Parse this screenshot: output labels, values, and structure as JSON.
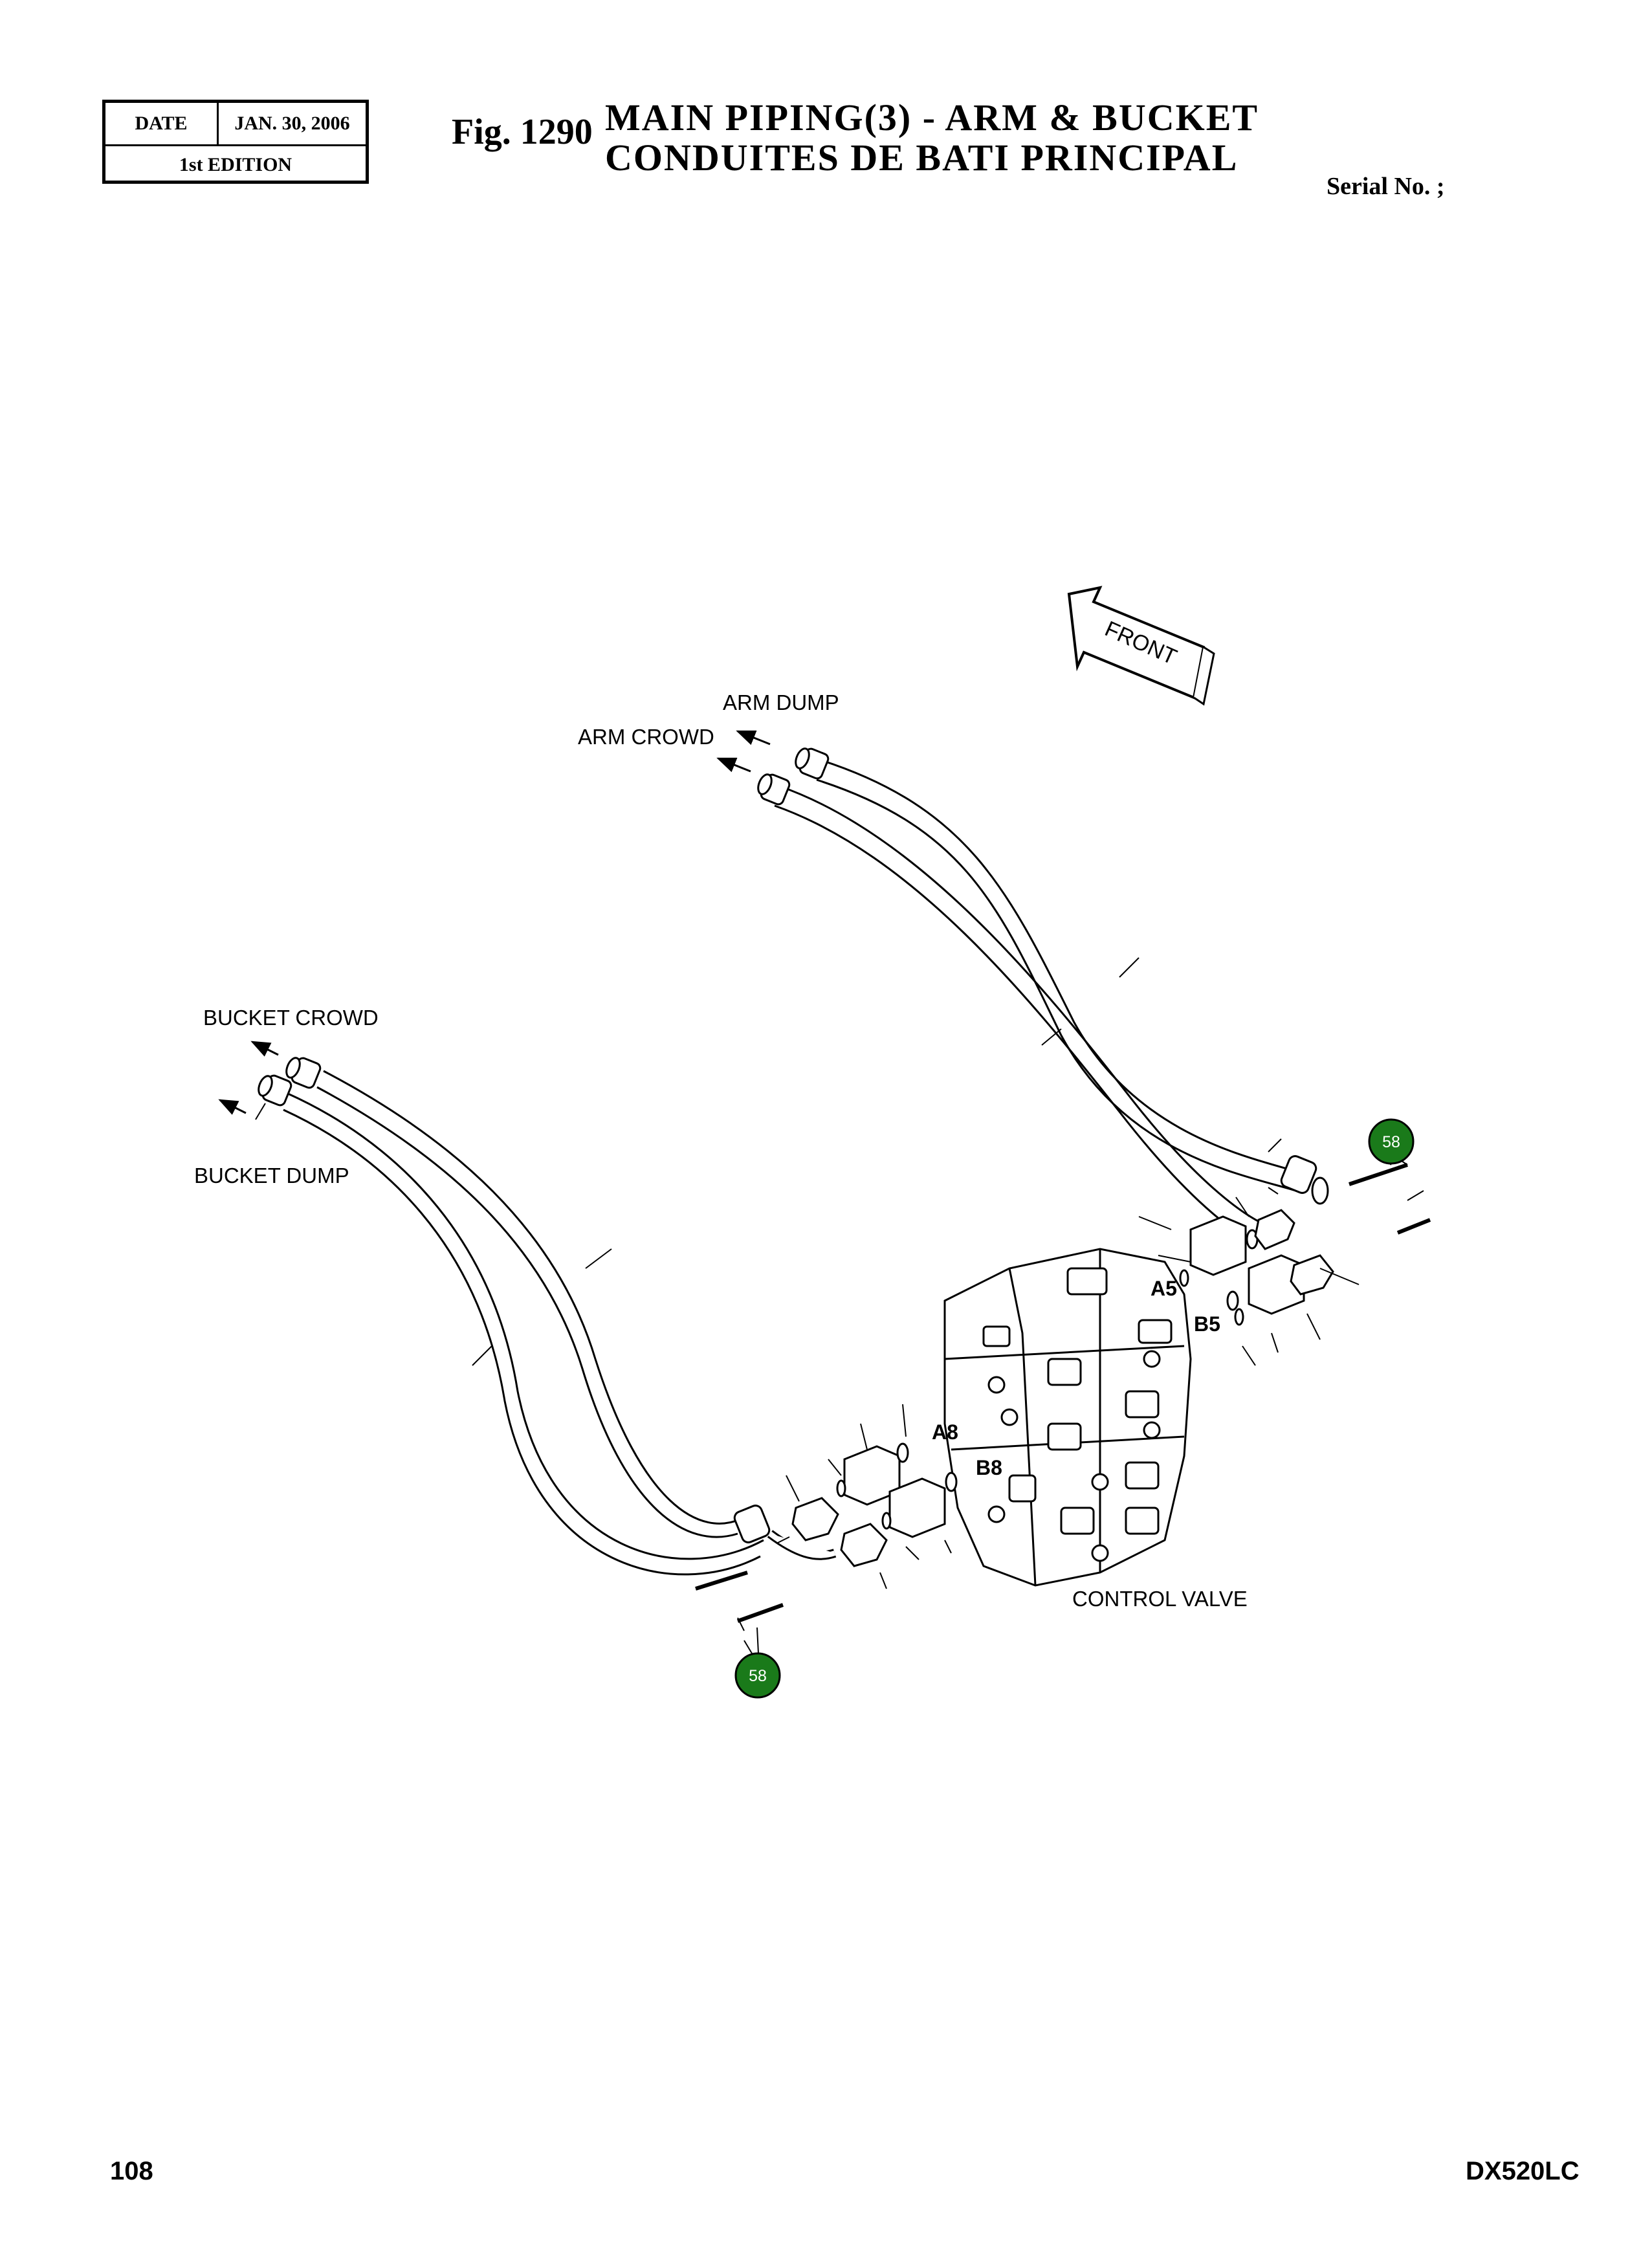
{
  "header": {
    "date_label": "DATE",
    "date_value": "JAN. 30, 2006",
    "edition": "1st EDITION",
    "fig_number": "Fig. 1290",
    "title_en": "MAIN PIPING(3) - ARM & BUCKET",
    "title_fr": "CONDUITES DE BATI PRINCIPAL",
    "serial": "Serial No. ;"
  },
  "diagram": {
    "front": "FRONT",
    "labels": {
      "arm_dump": "ARM DUMP",
      "arm_crowd": "ARM CROWD",
      "bucket_crowd": "BUCKET CROWD",
      "bucket_dump": "BUCKET DUMP",
      "control_valve": "CONTROL VALVE"
    },
    "ports": {
      "a5": "A5",
      "b5": "B5",
      "a8": "A8",
      "b8": "B8"
    },
    "callouts": [
      "58",
      "58"
    ],
    "callout_color": "#1a7a1a"
  },
  "footer": {
    "page": "108",
    "model": "DX520LC"
  }
}
